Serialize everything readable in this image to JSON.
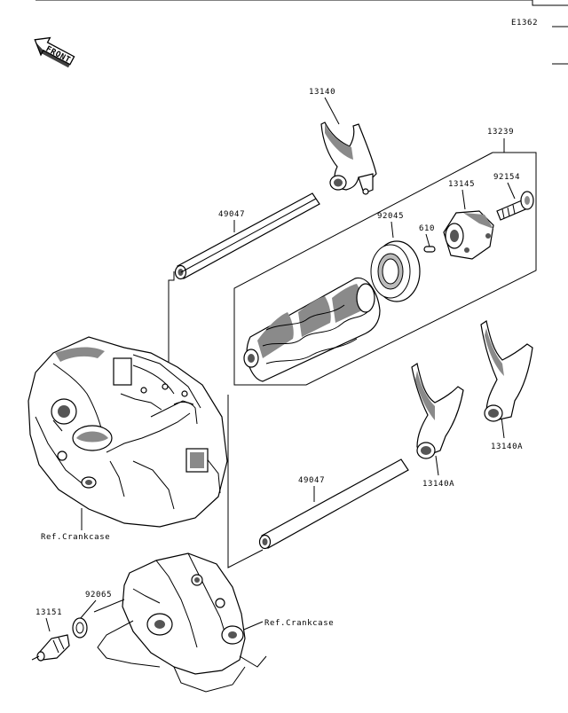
{
  "diagram": {
    "code": "E1362",
    "front_label": "FRONT",
    "parts": [
      {
        "id": "p13140",
        "label": "13140"
      },
      {
        "id": "p13239",
        "label": "13239"
      },
      {
        "id": "p92154",
        "label": "92154"
      },
      {
        "id": "p13145",
        "label": "13145"
      },
      {
        "id": "p92045",
        "label": "92045"
      },
      {
        "id": "p610",
        "label": "610"
      },
      {
        "id": "p49047a",
        "label": "49047"
      },
      {
        "id": "p49047b",
        "label": "49047"
      },
      {
        "id": "p13140Aa",
        "label": "13140A"
      },
      {
        "id": "p13140Ab",
        "label": "13140A"
      },
      {
        "id": "p92065",
        "label": "92065"
      },
      {
        "id": "p13151",
        "label": "13151"
      }
    ],
    "refs": [
      {
        "id": "ref1",
        "label": "Ref.Crankcase"
      },
      {
        "id": "ref2",
        "label": "Ref.Crankcase"
      }
    ]
  }
}
